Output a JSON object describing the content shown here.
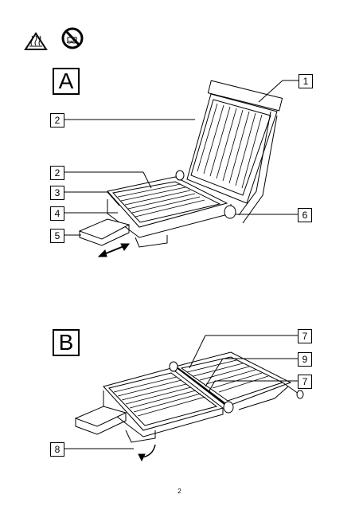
{
  "sections": {
    "a_label": "A",
    "b_label": "B"
  },
  "figure_a": {
    "callouts": [
      "1",
      "2",
      "2",
      "3",
      "4",
      "5",
      "6"
    ]
  },
  "figure_b": {
    "callouts": [
      "7",
      "9",
      "7",
      "8"
    ]
  },
  "warning_icons": [
    "hot-surface-icon",
    "no-immersion-icon"
  ],
  "page_number": "2"
}
